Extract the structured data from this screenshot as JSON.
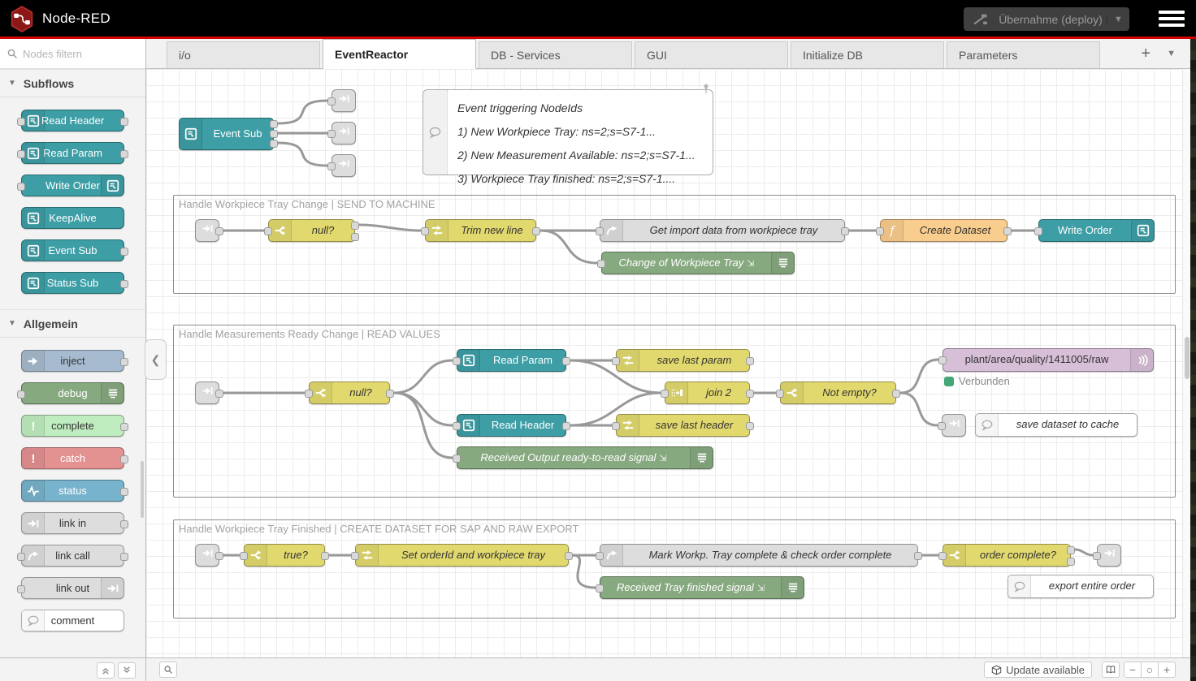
{
  "header": {
    "title": "Node-RED",
    "deploy_label": "Übernahme (deploy)"
  },
  "tabs": [
    "i/o",
    "EventReactor",
    "DB - Services",
    "GUI",
    "Initialize DB",
    "Parameters"
  ],
  "palette": {
    "search_placeholder": "Nodes filtern",
    "sections": [
      {
        "label": "Subflows",
        "items": [
          "Read Header",
          "Read Param",
          "Write Order",
          "KeepAlive",
          "Event Sub",
          "Status Sub"
        ]
      },
      {
        "label": "Allgemein",
        "items": [
          "inject",
          "debug",
          "complete",
          "catch",
          "status",
          "link in",
          "link call",
          "link out",
          "comment"
        ]
      }
    ]
  },
  "canvas": {
    "info_box": {
      "lines": [
        "Event triggering NodeIds",
        "1) New Workpiece Tray: ns=2;s=S7-1...",
        "2) New Measurement Available: ns=2;s=S7-1...",
        "3) Workpiece Tray finished: ns=2;s=S7-1...."
      ]
    },
    "groups": [
      {
        "title": "Handle Workpiece Tray Change | SEND TO MACHINE"
      },
      {
        "title": "Handle Measurements Ready Change | READ VALUES"
      },
      {
        "title": "Handle Workpiece Tray Finished | CREATE DATASET FOR SAP AND RAW EXPORT"
      }
    ],
    "nodes": {
      "event_sub": "Event Sub",
      "null1": "null?",
      "trim": "Trim new line",
      "get_import": "Get import data from workpiece tray",
      "create_dataset": "Create Dataset",
      "write_order": "Write Order",
      "debug_tray": "Change of Workpiece Tray",
      "null2": "null?",
      "read_param": "Read Param",
      "read_header": "Read Header",
      "save_param": "save last param",
      "save_header": "save last header",
      "join2": "join 2",
      "not_empty": "Not empty?",
      "mqtt": "plant/area/quality/1411005/raw",
      "debug_ready": "Received Output ready-to-read signal",
      "comment_cache": "save dataset to cache",
      "true1": "true?",
      "set_order": "Set orderId and workpiece tray",
      "mark_workp": "Mark Workp. Tray complete & check order complete",
      "order_complete": "order complete?",
      "debug_finished": "Received Tray finished signal",
      "comment_export": "export entire order"
    },
    "status": {
      "mqtt_connected": "Verbunden"
    }
  },
  "footer": {
    "update_label": "Update available"
  },
  "colors": {
    "brand_red": "#d40000",
    "subflow_teal": "#3d9ea6",
    "function_yellow": "#e2d96e",
    "function_orange": "#f9cd8d",
    "debug_green": "#87a980",
    "inject_blue": "#a6bbcf",
    "complete_green": "#c0edc0",
    "catch_red": "#e49191",
    "status_blue": "#77b3cc",
    "link_gray": "#dddddd",
    "mqtt_purple": "#d7bfd7",
    "status_connected_green": "#44a576"
  }
}
